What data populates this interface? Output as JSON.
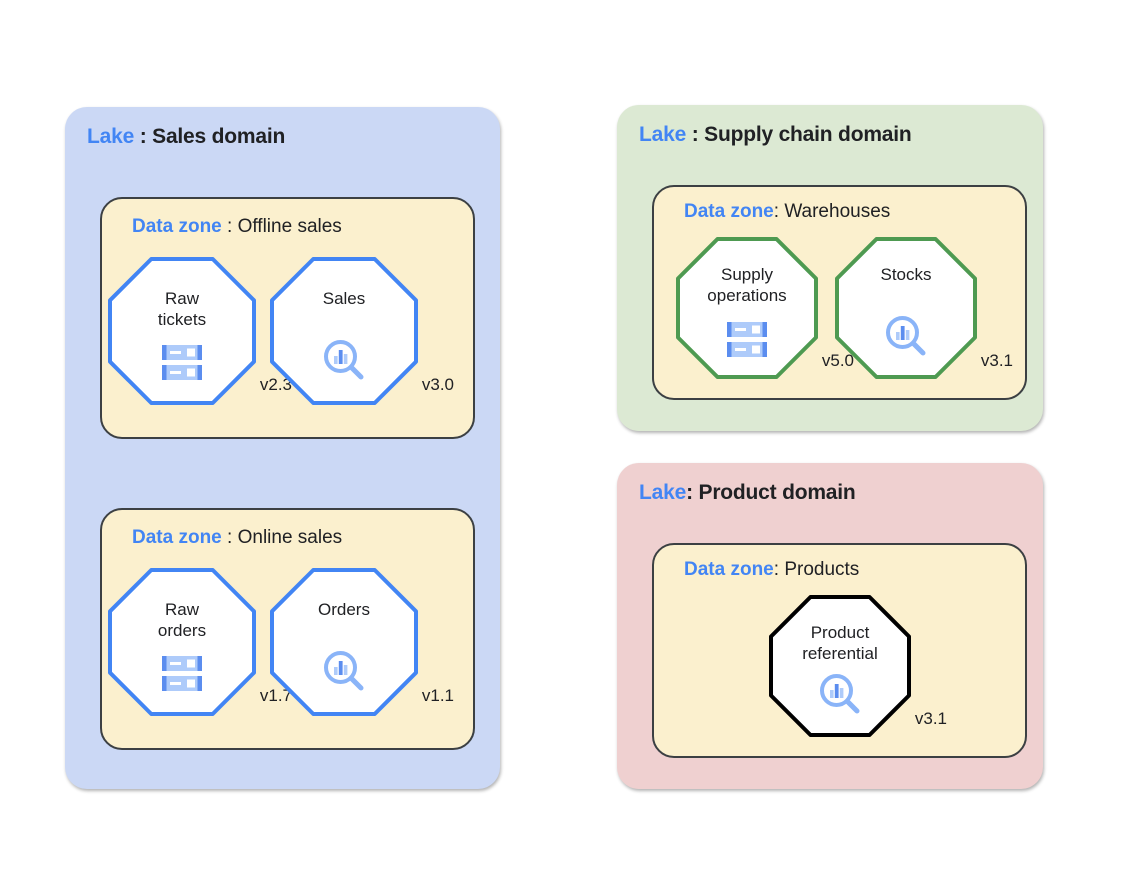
{
  "palette": {
    "accent_blue": "#4285f4",
    "asset_blue": "#4285f4",
    "asset_green": "#4e9a51",
    "asset_black": "#000000",
    "lake_sales_bg": "#cbd8f5",
    "lake_supply_bg": "#dce9d3",
    "lake_product_bg": "#efd0d0",
    "zone_bg": "#fbf0ce",
    "zone_border": "#3c4043",
    "text": "#202124",
    "icon_light": "#aecbfa",
    "icon_mid": "#8ab4f8",
    "icon_dark": "#5b8def"
  },
  "lakes": [
    {
      "id": "sales",
      "keyword": "Lake",
      "separator": " : ",
      "title": "Sales domain",
      "zones": [
        {
          "id": "offline-sales",
          "keyword": "Data zone",
          "separator": " : ",
          "title": "Offline sales",
          "assets": [
            {
              "id": "raw-tickets",
              "name": "Raw\ntickets",
              "version": "v2.3",
              "icon": "server-icon",
              "outline": "#4285f4"
            },
            {
              "id": "sales",
              "name": "Sales",
              "version": "v3.0",
              "icon": "data-search-icon",
              "outline": "#4285f4"
            }
          ]
        },
        {
          "id": "online-sales",
          "keyword": "Data zone",
          "separator": " : ",
          "title": "Online sales",
          "assets": [
            {
              "id": "raw-orders",
              "name": "Raw\norders",
              "version": "v1.7",
              "icon": "server-icon",
              "outline": "#4285f4"
            },
            {
              "id": "orders",
              "name": "Orders",
              "version": "v1.1",
              "icon": "data-search-icon",
              "outline": "#4285f4"
            }
          ]
        }
      ]
    },
    {
      "id": "supply-chain",
      "keyword": "Lake",
      "separator": " : ",
      "title": "Supply chain domain",
      "zones": [
        {
          "id": "warehouses",
          "keyword": "Data zone",
          "separator": ": ",
          "title": "Warehouses",
          "assets": [
            {
              "id": "supply-operations",
              "name": "Supply\noperations",
              "version": "v5.0",
              "icon": "server-icon",
              "outline": "#4e9a51"
            },
            {
              "id": "stocks",
              "name": "Stocks",
              "version": "v3.1",
              "icon": "data-search-icon",
              "outline": "#4e9a51"
            }
          ]
        }
      ]
    },
    {
      "id": "product",
      "keyword": "Lake",
      "separator": ": ",
      "title": "Product domain",
      "zones": [
        {
          "id": "products",
          "keyword": "Data zone",
          "separator": ": ",
          "title": "Products",
          "assets": [
            {
              "id": "product-referential",
              "name": "Product\nreferential",
              "version": "v3.1",
              "icon": "data-search-icon",
              "outline": "#000000"
            }
          ]
        }
      ]
    }
  ]
}
